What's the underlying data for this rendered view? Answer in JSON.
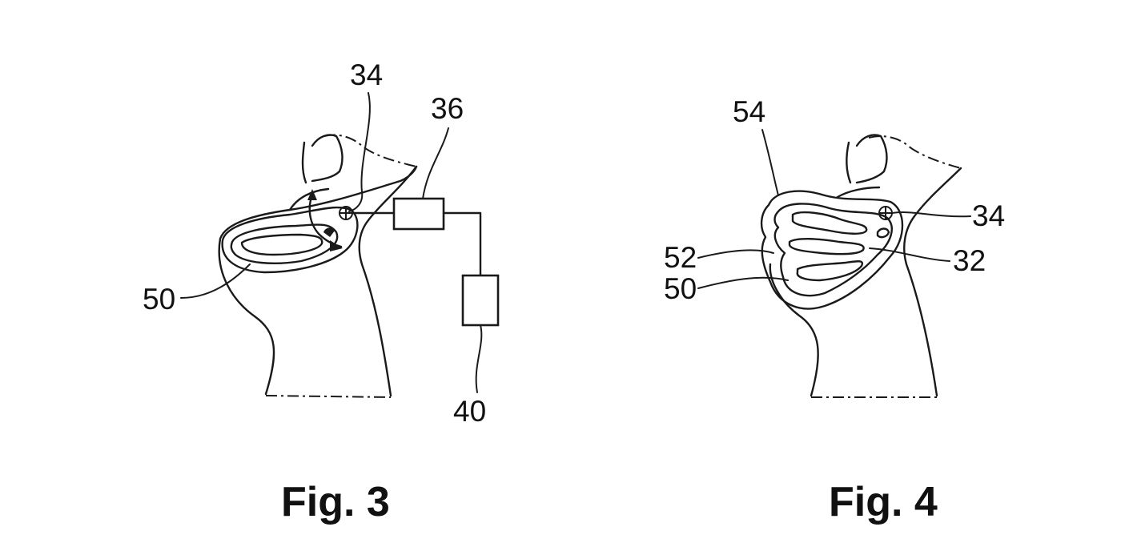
{
  "figures": [
    {
      "caption": "Fig. 3",
      "labels": {
        "ref_34": "34",
        "ref_36": "36",
        "ref_40": "40",
        "ref_50": "50"
      }
    },
    {
      "caption": "Fig. 4",
      "labels": {
        "ref_54": "54",
        "ref_34": "34",
        "ref_52": "52",
        "ref_32": "32",
        "ref_50": "50"
      }
    }
  ]
}
